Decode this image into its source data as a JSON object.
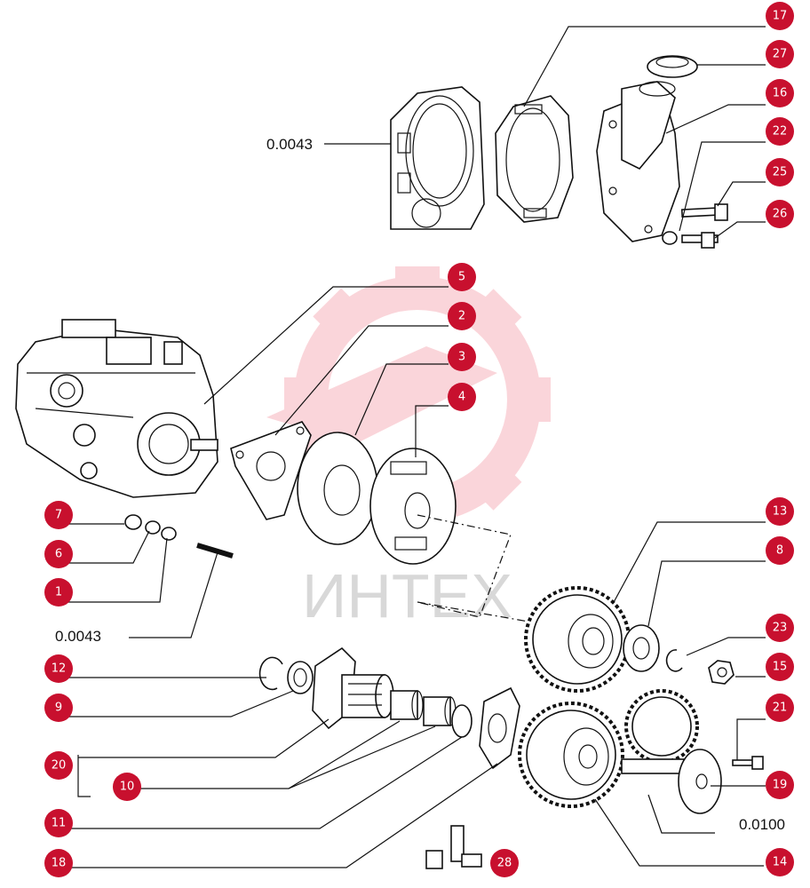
{
  "watermark": {
    "text": "ИНТЕХ",
    "color": "#f0a0a8"
  },
  "badge_color": "#c8102e",
  "references": {
    "top": "0.0043",
    "left_middle": "0.0043",
    "bottom_right": "0.0100"
  },
  "callouts": [
    {
      "id": "c17",
      "label": "17"
    },
    {
      "id": "c27",
      "label": "27"
    },
    {
      "id": "c16",
      "label": "16"
    },
    {
      "id": "c22",
      "label": "22"
    },
    {
      "id": "c25",
      "label": "25"
    },
    {
      "id": "c26",
      "label": "26"
    },
    {
      "id": "c5",
      "label": "5"
    },
    {
      "id": "c2",
      "label": "2"
    },
    {
      "id": "c3",
      "label": "3"
    },
    {
      "id": "c4",
      "label": "4"
    },
    {
      "id": "c7",
      "label": "7"
    },
    {
      "id": "c6",
      "label": "6"
    },
    {
      "id": "c1",
      "label": "1"
    },
    {
      "id": "c13",
      "label": "13"
    },
    {
      "id": "c8",
      "label": "8"
    },
    {
      "id": "c23",
      "label": "23"
    },
    {
      "id": "c15",
      "label": "15"
    },
    {
      "id": "c12",
      "label": "12"
    },
    {
      "id": "c9",
      "label": "9"
    },
    {
      "id": "c21",
      "label": "21"
    },
    {
      "id": "c20",
      "label": "20"
    },
    {
      "id": "c10",
      "label": "10"
    },
    {
      "id": "c19",
      "label": "19"
    },
    {
      "id": "c11",
      "label": "11"
    },
    {
      "id": "c18",
      "label": "18"
    },
    {
      "id": "c28",
      "label": "28"
    },
    {
      "id": "c14",
      "label": "14"
    }
  ]
}
